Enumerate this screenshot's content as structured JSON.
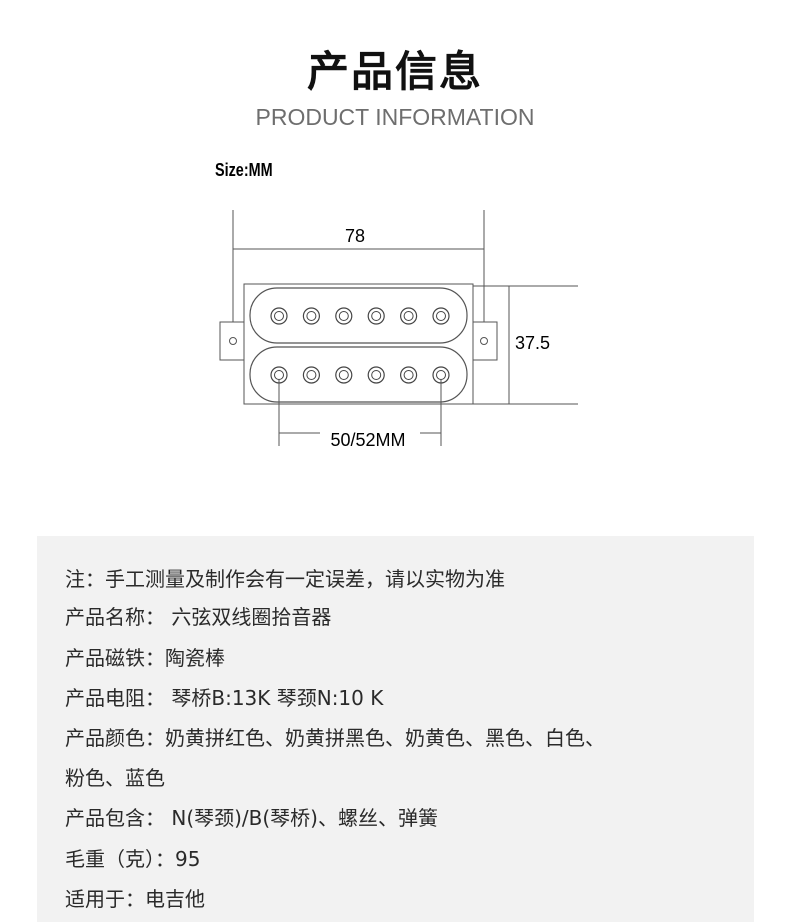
{
  "header": {
    "title": "产品信息",
    "subtitle": "PRODUCT INFORMATION"
  },
  "diagram": {
    "size_label": "Size:MM",
    "width_label": "78",
    "height_label": "37.5",
    "pole_span_label": "50/52MM",
    "poles_per_row": 6,
    "rows": 2
  },
  "info": {
    "lines": [
      "注：手工测量及制作会有一定误差，请以实物为准",
      "产品名称：  六弦双线圈拾音器",
      "产品磁铁：陶瓷棒",
      "产品电阻：  琴桥B:13K   琴颈N:10 K",
      "产品颜色：奶黄拼红色、奶黄拼黑色、奶黄色、黑色、白色、",
      "粉色、蓝色",
      "产品包含：  N(琴颈)/B(琴桥)、螺丝、弹簧",
      "毛重（克）：95",
      "适用于：电吉他"
    ]
  },
  "colors": {
    "panel_background": "#f2f2f2",
    "subtitle": "#6e6e6e",
    "title": "#111111"
  }
}
